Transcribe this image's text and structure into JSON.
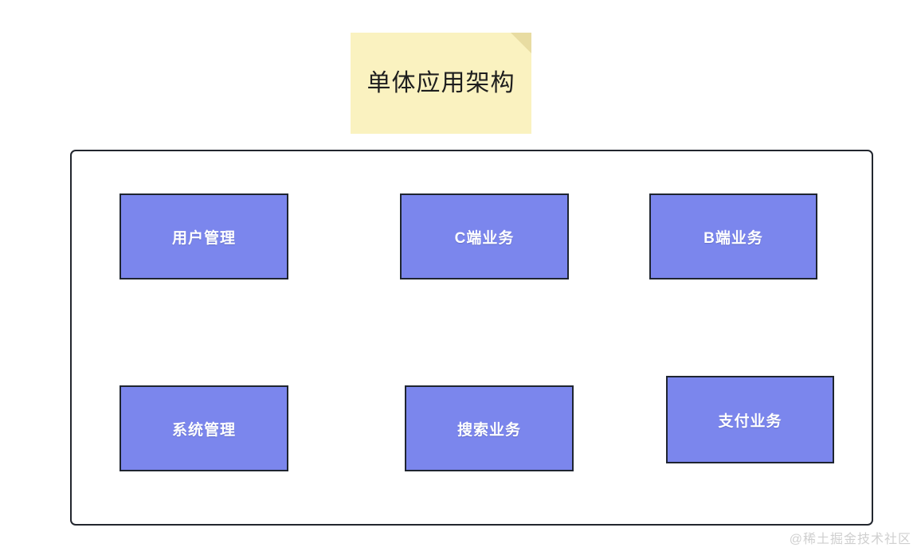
{
  "diagram": {
    "title_note": {
      "text": "单体应用架构",
      "background_color": "#faf2c0",
      "fold_color": "#e8dca2",
      "text_color": "#1e1e1e"
    },
    "container": {
      "name": "monolithic-application-container",
      "border_color": "#22262e",
      "background_color": "#ffffff"
    },
    "module_fill_color": "#7b86ed",
    "module_border_color": "#1f2530",
    "module_text_color": "#ffffff",
    "modules": [
      {
        "id": "user-management",
        "label": "用户管理",
        "row": 1,
        "column": 1
      },
      {
        "id": "c-side-business",
        "label": "C端业务",
        "row": 1,
        "column": 2
      },
      {
        "id": "b-side-business",
        "label": "B端业务",
        "row": 1,
        "column": 3
      },
      {
        "id": "system-management",
        "label": "系统管理",
        "row": 2,
        "column": 1
      },
      {
        "id": "search-business",
        "label": "搜索业务",
        "row": 2,
        "column": 2
      },
      {
        "id": "payment-business",
        "label": "支付业务",
        "row": 2,
        "column": 3
      }
    ]
  },
  "watermark": {
    "text": "@稀土掘金技术社区",
    "color": "#cfcfcf"
  }
}
